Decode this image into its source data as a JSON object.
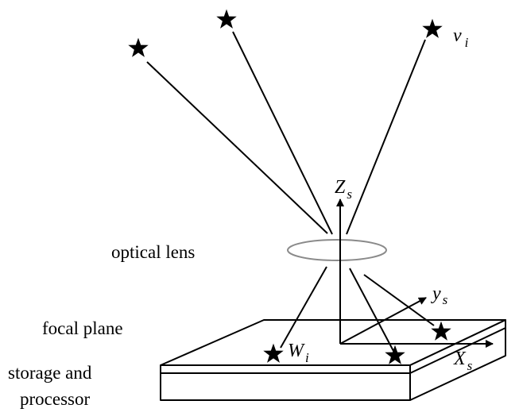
{
  "diagram": {
    "labels": {
      "optical_lens": "optical lens",
      "focal_plane": "focal plane",
      "storage_line1": "storage and",
      "storage_line2": "processor"
    },
    "symbols": {
      "v_main": "v",
      "v_sub": "i",
      "w_main": "W",
      "w_sub": "i",
      "z_main": "Z",
      "z_sub": "s",
      "y_main": "y",
      "y_sub": "s",
      "x_main": "X",
      "x_sub": "s"
    },
    "colors": {
      "ink": "#000000",
      "lens": "#8a8a8a",
      "background": "#ffffff"
    },
    "icons": [
      "star-icon"
    ]
  }
}
